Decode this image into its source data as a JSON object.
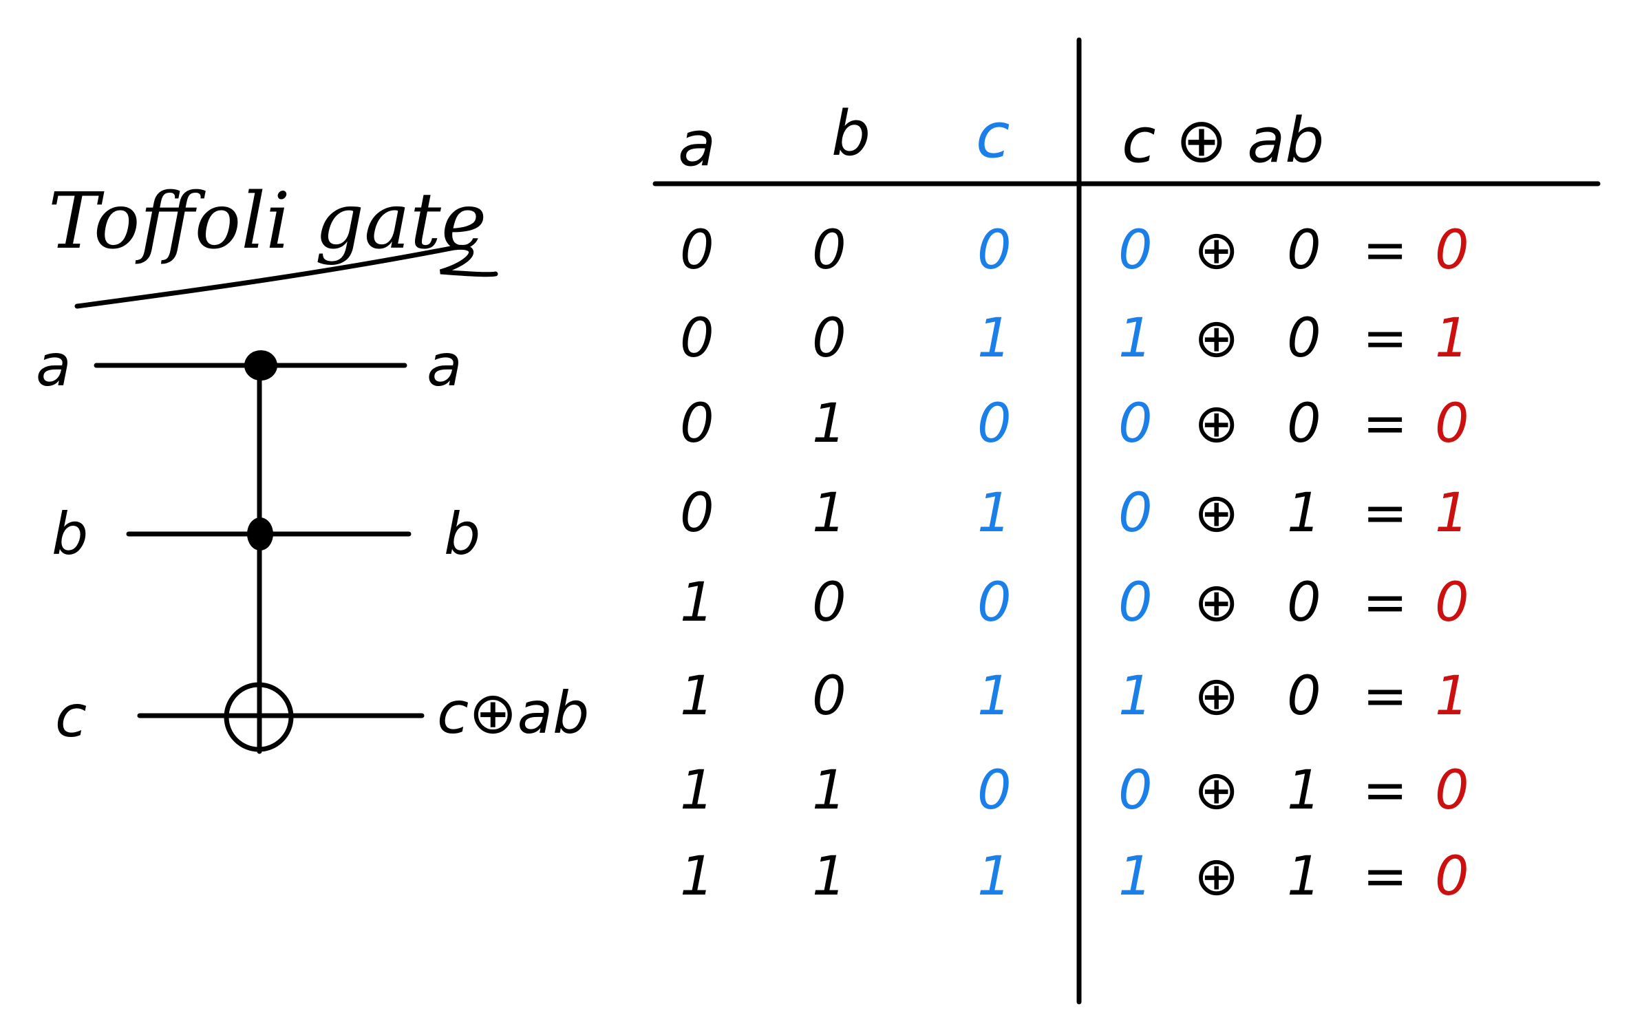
{
  "title": "Toffoli gate",
  "circuit": {
    "inputs": [
      "a",
      "b",
      "c"
    ],
    "outputs": [
      "a",
      "b",
      "c⊕ab"
    ]
  },
  "table": {
    "headers": {
      "a": "a",
      "b": "b",
      "c": "c",
      "result": "c ⊕ ab"
    },
    "rows": [
      {
        "a": "0",
        "b": "0",
        "c": "0",
        "rc": "0",
        "op": "⊕",
        "ab": "0",
        "eq": "=",
        "out": "0"
      },
      {
        "a": "0",
        "b": "0",
        "c": "1",
        "rc": "1",
        "op": "⊕",
        "ab": "0",
        "eq": "=",
        "out": "1"
      },
      {
        "a": "0",
        "b": "1",
        "c": "0",
        "rc": "0",
        "op": "⊕",
        "ab": "0",
        "eq": "=",
        "out": "0"
      },
      {
        "a": "0",
        "b": "1",
        "c": "1",
        "rc": "0",
        "op": "⊕",
        "ab": "1",
        "eq": "=",
        "out": "1"
      },
      {
        "a": "1",
        "b": "0",
        "c": "0",
        "rc": "0",
        "op": "⊕",
        "ab": "0",
        "eq": "=",
        "out": "0"
      },
      {
        "a": "1",
        "b": "0",
        "c": "1",
        "rc": "1",
        "op": "⊕",
        "ab": "0",
        "eq": "=",
        "out": "1"
      },
      {
        "a": "1",
        "b": "1",
        "c": "0",
        "rc": "0",
        "op": "⊕",
        "ab": "1",
        "eq": "=",
        "out": "0"
      },
      {
        "a": "1",
        "b": "1",
        "c": "1",
        "rc": "1",
        "op": "⊕",
        "ab": "1",
        "eq": "=",
        "out": "0"
      }
    ]
  },
  "colors": {
    "ink": "#000000",
    "input_c": "#1a7fe8",
    "output": "#cc0f0f"
  }
}
